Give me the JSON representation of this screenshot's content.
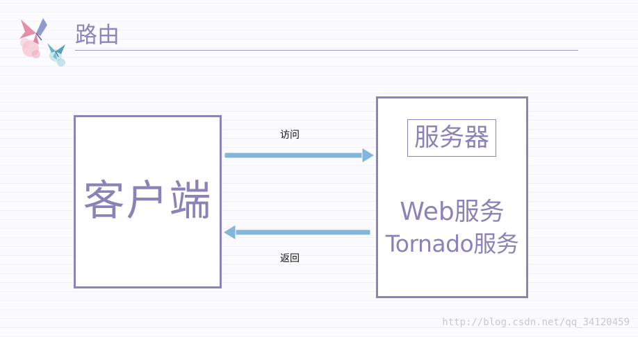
{
  "title": "路由",
  "client": {
    "label": "客户端"
  },
  "server": {
    "header": "服务器",
    "services": [
      "Web服务",
      "Tornado服务"
    ]
  },
  "arrows": {
    "forward_label": "访问",
    "back_label": "返回",
    "color": "#82b6db"
  },
  "watermark": "http://blog.csdn.net/qq_34120459",
  "colors": {
    "accent": "#8b82b7",
    "border": "#8c84b8",
    "background": "#fbfbfd"
  }
}
